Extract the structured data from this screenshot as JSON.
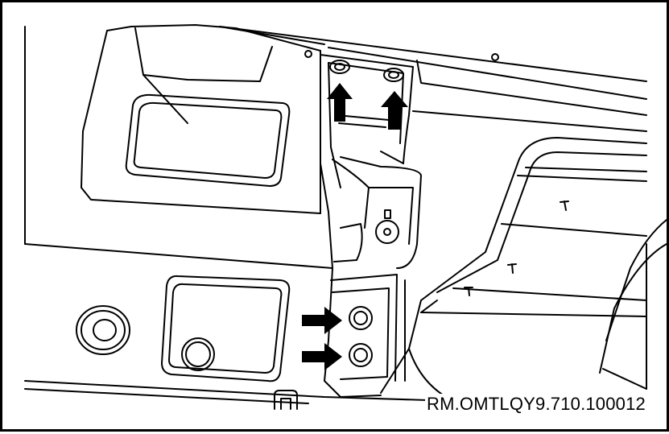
{
  "figure": {
    "reference_code": "RM.OMTLQY9.710.100012",
    "colors": {
      "line": "#000000",
      "background": "#ffffff",
      "arrow": "#000000"
    },
    "callouts": [
      {
        "name": "arrow-upper-left-nut",
        "icon": "arrow-up-icon"
      },
      {
        "name": "arrow-upper-right-nut",
        "icon": "arrow-up-icon"
      },
      {
        "name": "arrow-lower-upper-bolt",
        "icon": "arrow-right-icon"
      },
      {
        "name": "arrow-lower-lower-bolt",
        "icon": "arrow-right-icon"
      }
    ]
  }
}
